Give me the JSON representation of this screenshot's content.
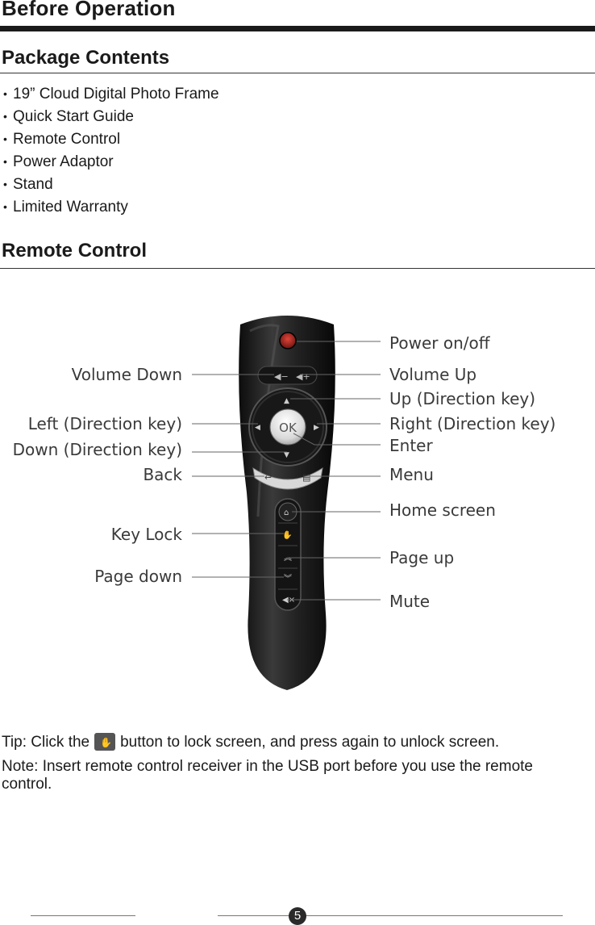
{
  "header": {
    "title": "Before Operation"
  },
  "package": {
    "title": "Package Contents",
    "items": [
      "19” Cloud Digital Photo Frame",
      "Quick Start Guide",
      "Remote Control",
      "Power Adaptor",
      "Stand",
      "Limited Warranty"
    ]
  },
  "remote": {
    "title": "Remote Control",
    "labels_left": {
      "volume_down": "Volume Down",
      "left": "Left (Direction key)",
      "down": "Down (Direction key)",
      "back": "Back",
      "key_lock": "Key Lock",
      "page_down": "Page down"
    },
    "labels_right": {
      "power": "Power on/off",
      "volume_up": "Volume Up",
      "up": "Up (Direction key)",
      "right": "Right (Direction key)",
      "enter": "Enter",
      "menu": "Menu",
      "home": "Home screen",
      "page_up": "Page up",
      "mute": "Mute"
    },
    "ok_label": "OK"
  },
  "tip": {
    "before": "Tip: Click the",
    "after": "button to lock screen, and press again to unlock screen."
  },
  "note": "Note: Insert remote control receiver in the USB port before you use the remote control.",
  "footer": {
    "page_number": "5"
  },
  "colors": {
    "text": "#1a1a1a",
    "power_button": "#c0392b",
    "remote_body": "#1e1e1e"
  }
}
